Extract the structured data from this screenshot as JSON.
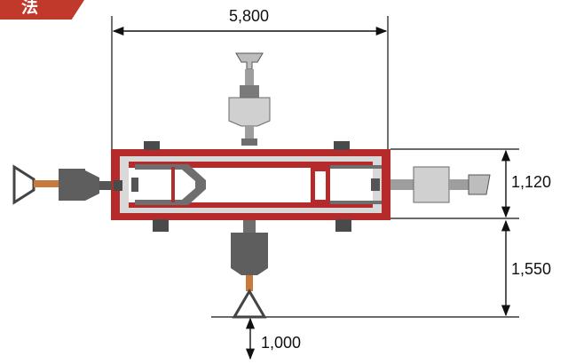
{
  "corner_label": "法",
  "colors": {
    "frame": "#b52a2a",
    "frame_inner": "#d7d7d7",
    "steel": "#6e6e6e",
    "steel_dark": "#4a4a4a",
    "cylinder_light": "#cfcfcf",
    "accent": "#c0392b",
    "rod": "#c77a3c"
  },
  "dimensions": {
    "top_width": "5,800",
    "right_upper": "1,120",
    "right_lower": "1,550",
    "bottom": "1,000"
  },
  "icons": [
    "dimension-arrow",
    "clevis-shackle-icon",
    "hydraulic-cylinder-icon",
    "lifting-hook-icon"
  ]
}
